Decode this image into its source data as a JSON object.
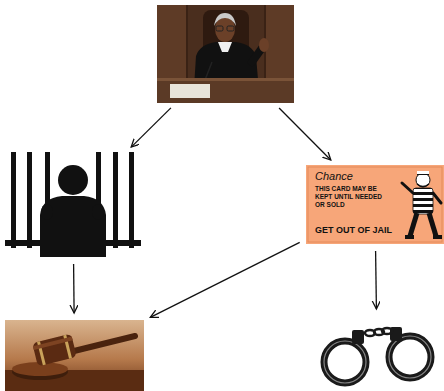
{
  "diagram": {
    "nodes": [
      {
        "text": []
      },
      {
        "text": []
      },
      {
        "text": [
          "Chance",
          "THIS CARD MAY BE KEPT UNTIL NEEDED OR SOLD",
          "GET OUT OF JAIL"
        ]
      },
      {
        "text": []
      },
      {
        "text": []
      }
    ],
    "edges": [
      {
        "from": 0,
        "to": 1,
        "arrow": "to"
      },
      {
        "from": 0,
        "to": 2,
        "arrow": "to"
      },
      {
        "from": 1,
        "to": 3,
        "arrow": "to"
      },
      {
        "from": 2,
        "to": 3,
        "arrow": "to"
      },
      {
        "from": 2,
        "to": 4,
        "arrow": "to"
      }
    ]
  }
}
